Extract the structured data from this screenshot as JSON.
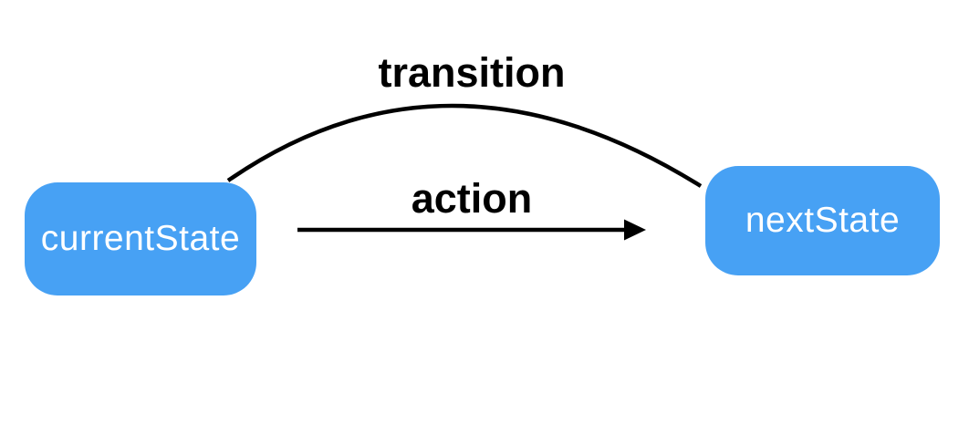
{
  "diagram": {
    "type": "state-transition-diagram",
    "nodes": [
      {
        "id": "current-state",
        "label": "currentState"
      },
      {
        "id": "next-state",
        "label": "nextState"
      }
    ],
    "edges": [
      {
        "id": "transition-edge",
        "label": "transition",
        "from": "currentState",
        "to": "nextState",
        "style": "curved-line-no-arrowhead"
      },
      {
        "id": "action-edge",
        "label": "action",
        "from": "currentState",
        "to": "nextState",
        "style": "straight-arrow"
      }
    ],
    "colors": {
      "node_fill": "#47A1F4",
      "node_text": "#ffffff",
      "edge_stroke": "#000000",
      "label_text": "#000000",
      "background": "#ffffff"
    }
  }
}
